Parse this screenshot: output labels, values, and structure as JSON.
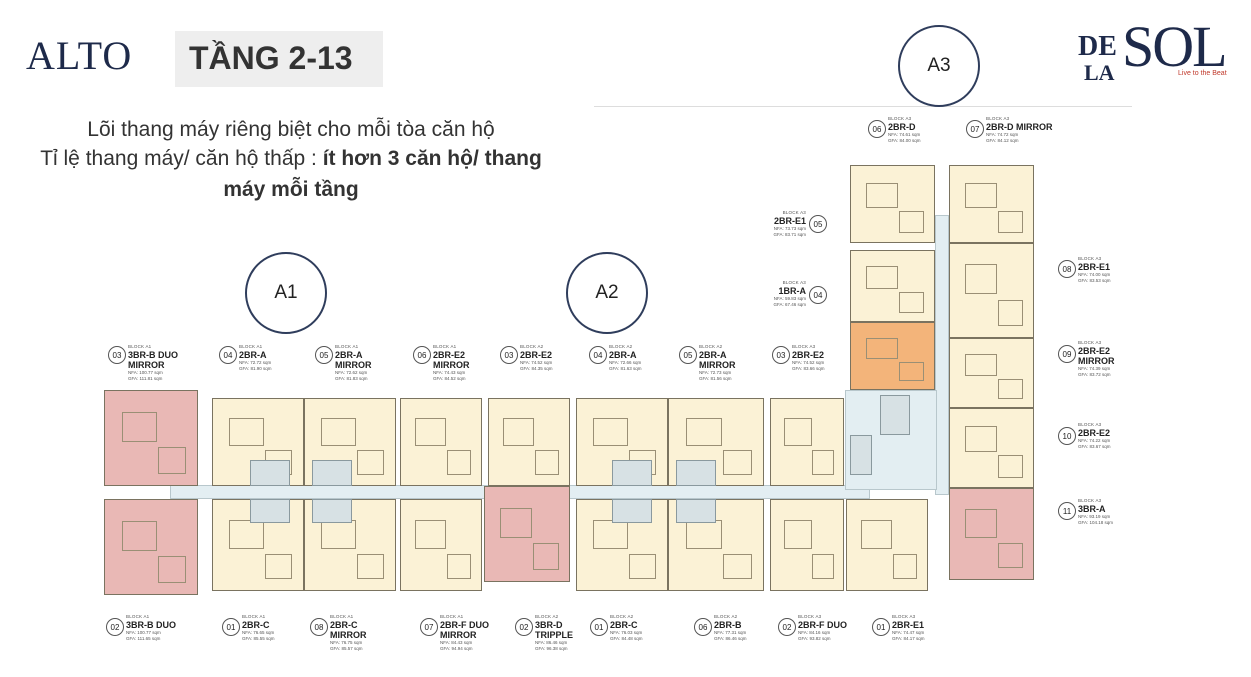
{
  "header": {
    "logo_left": "ALTO",
    "floor_title": "TẦNG 2-13",
    "logo_right_de": "DE",
    "logo_right_la": "LA",
    "logo_right_sol": "SOL",
    "logo_right_tagline": "Live to the Beat"
  },
  "description": {
    "line1": "Lõi thang máy riêng biệt cho mỗi tòa căn hộ",
    "line2_prefix": "Tỉ lệ thang máy/ căn hộ thấp : ",
    "line2_bold": "ít hơn 3 căn hộ/ thang",
    "line3_bold": "máy mỗi tầng"
  },
  "blocks": [
    {
      "id": "A1",
      "label": "A1"
    },
    {
      "id": "A2",
      "label": "A2"
    },
    {
      "id": "A3",
      "label": "A3"
    }
  ],
  "units": [
    {
      "num": "03",
      "block": "BLOCK A1",
      "name": "3BR-B DUO MIRROR",
      "nfa": "NFA: 100.77 sqm",
      "gfa": "GFA: 111.81 sqm"
    },
    {
      "num": "04",
      "block": "BLOCK A1",
      "name": "2BR-A",
      "nfa": "NFA: 72.72 sqm",
      "gfa": "GFA: 81.90 sqm"
    },
    {
      "num": "05",
      "block": "BLOCK A1",
      "name": "2BR-A MIRROR",
      "nfa": "NFA: 72.62 sqm",
      "gfa": "GFA: 81.83 sqm"
    },
    {
      "num": "06",
      "block": "BLOCK A1",
      "name": "2BR-E2 MIRROR",
      "nfa": "NFA: 74.43 sqm",
      "gfa": "GFA: 84.52 sqm"
    },
    {
      "num": "03",
      "block": "BLOCK A2",
      "name": "2BR-E2",
      "nfa": "NFA: 74.52 sqm",
      "gfa": "GFA: 84.35 sqm"
    },
    {
      "num": "04",
      "block": "BLOCK A2",
      "name": "2BR-A",
      "nfa": "NFA: 72.66 sqm",
      "gfa": "GFA: 81.63 sqm"
    },
    {
      "num": "05",
      "block": "BLOCK A2",
      "name": "2BR-A MIRROR",
      "nfa": "NFA: 72.73 sqm",
      "gfa": "GFA: 81.56 sqm"
    },
    {
      "num": "03",
      "block": "BLOCK A3",
      "name": "2BR-E2",
      "nfa": "NFA: 74.52 sqm",
      "gfa": "GFA: 83.66 sqm"
    },
    {
      "num": "02",
      "block": "BLOCK A1",
      "name": "3BR-B DUO",
      "nfa": "NFA: 100.77 sqm",
      "gfa": "GFA: 111.65 sqm"
    },
    {
      "num": "01",
      "block": "BLOCK A1",
      "name": "2BR-C",
      "nfa": "NFA: 76.65 sqm",
      "gfa": "GFA: 85.55 sqm"
    },
    {
      "num": "08",
      "block": "BLOCK A1",
      "name": "2BR-C MIRROR",
      "nfa": "NFA: 76.75 sqm",
      "gfa": "GFA: 85.57 sqm"
    },
    {
      "num": "07",
      "block": "BLOCK A1",
      "name": "2BR-F DUO MIRROR",
      "nfa": "NFA: 84.43 sqm",
      "gfa": "GFA: 94.94 sqm"
    },
    {
      "num": "02",
      "block": "BLOCK A2",
      "name": "3BR-D TRIPPLE",
      "nfa": "NFA: 86.46 sqm",
      "gfa": "GFA: 96.38 sqm"
    },
    {
      "num": "01",
      "block": "BLOCK A2",
      "name": "2BR-C",
      "nfa": "NFA: 76.03 sqm",
      "gfa": "GFA: 84.48 sqm"
    },
    {
      "num": "06",
      "block": "BLOCK A2",
      "name": "2BR-B",
      "nfa": "NFA: 77.31 sqm",
      "gfa": "GFA: 86.46 sqm"
    },
    {
      "num": "02",
      "block": "BLOCK A3",
      "name": "2BR-F DUO",
      "nfa": "NFA: 84.16 sqm",
      "gfa": "GFA: 93.82 sqm"
    },
    {
      "num": "01",
      "block": "BLOCK A3",
      "name": "2BR-E1",
      "nfa": "NFA: 74.47 sqm",
      "gfa": "GFA: 84.17 sqm"
    },
    {
      "num": "06",
      "block": "BLOCK A3",
      "name": "2BR-D",
      "nfa": "NFA: 74.61 sqm",
      "gfa": "GFA: 84.00 sqm"
    },
    {
      "num": "07",
      "block": "BLOCK A3",
      "name": "2BR-D MIRROR",
      "nfa": "NFA: 74.72 sqm",
      "gfa": "GFA: 84.12 sqm"
    },
    {
      "num": "05",
      "block": "BLOCK A3",
      "name": "2BR-E1",
      "nfa": "NFA: 73.73 sqm",
      "gfa": "GFA: 83.71 sqm"
    },
    {
      "num": "04",
      "block": "BLOCK A3",
      "name": "1BR-A",
      "nfa": "NFA: 59.83 sqm",
      "gfa": "GFA: 67.46 sqm"
    },
    {
      "num": "08",
      "block": "BLOCK A3",
      "name": "2BR-E1",
      "nfa": "NFA: 74.00 sqm",
      "gfa": "GFA: 83.53 sqm"
    },
    {
      "num": "09",
      "block": "BLOCK A3",
      "name": "2BR-E2 MIRROR",
      "nfa": "NFA: 74.39 sqm",
      "gfa": "GFA: 83.72 sqm"
    },
    {
      "num": "10",
      "block": "BLOCK A3",
      "name": "2BR-E2",
      "nfa": "NFA: 74.22 sqm",
      "gfa": "GFA: 83.67 sqm"
    },
    {
      "num": "11",
      "block": "BLOCK A3",
      "name": "3BR-A",
      "nfa": "NFA: 93.19 sqm",
      "gfa": "GFA: 104.18 sqm"
    }
  ],
  "colors": {
    "unit_fill": "#fbf2d6",
    "highlight_pink": "#e9b8b5",
    "highlight_orange": "#f3b47a",
    "corridor": "#e3eef2",
    "brand_navy": "#1e2a4a"
  }
}
